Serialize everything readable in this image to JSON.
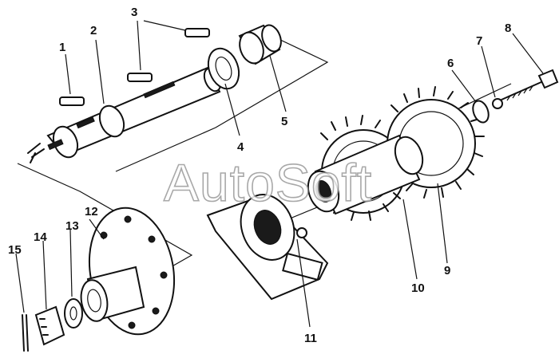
{
  "watermark": "AutoSoft",
  "callouts": [
    "1",
    "2",
    "3",
    "4",
    "5",
    "6",
    "7",
    "8",
    "9",
    "10",
    "11",
    "12",
    "13",
    "14",
    "15"
  ]
}
